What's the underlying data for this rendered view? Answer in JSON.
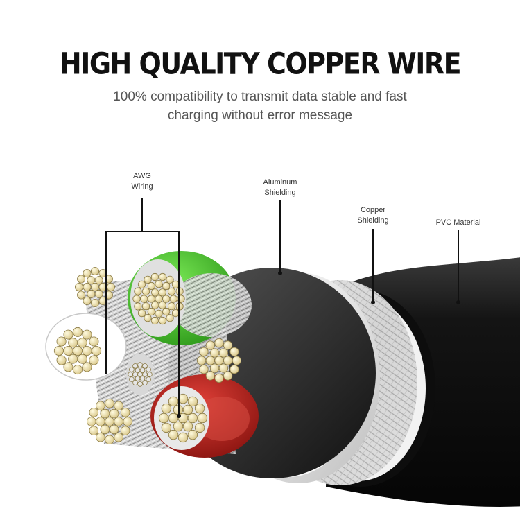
{
  "title": "HIGH QUALITY COPPER WIRE",
  "subtitle": {
    "line1": "100% compatibility to transmit data stable and fast",
    "line2": "charging without error message"
  },
  "callouts": {
    "awg": {
      "line1": "AWG",
      "line2": "Wiring"
    },
    "aluminum": {
      "line1": "Aluminum",
      "line2": "Shielding"
    },
    "copper": {
      "line1": "Copper",
      "line2": "Shielding"
    },
    "pvc": {
      "line1": "PVC Material",
      "line2": ""
    }
  },
  "colors": {
    "green_wire": "#4cd430",
    "red_wire": "#c0241c",
    "copper_strand": "#f3e9b4",
    "pvc_jacket": "#111111",
    "aluminum": "#ececec"
  }
}
